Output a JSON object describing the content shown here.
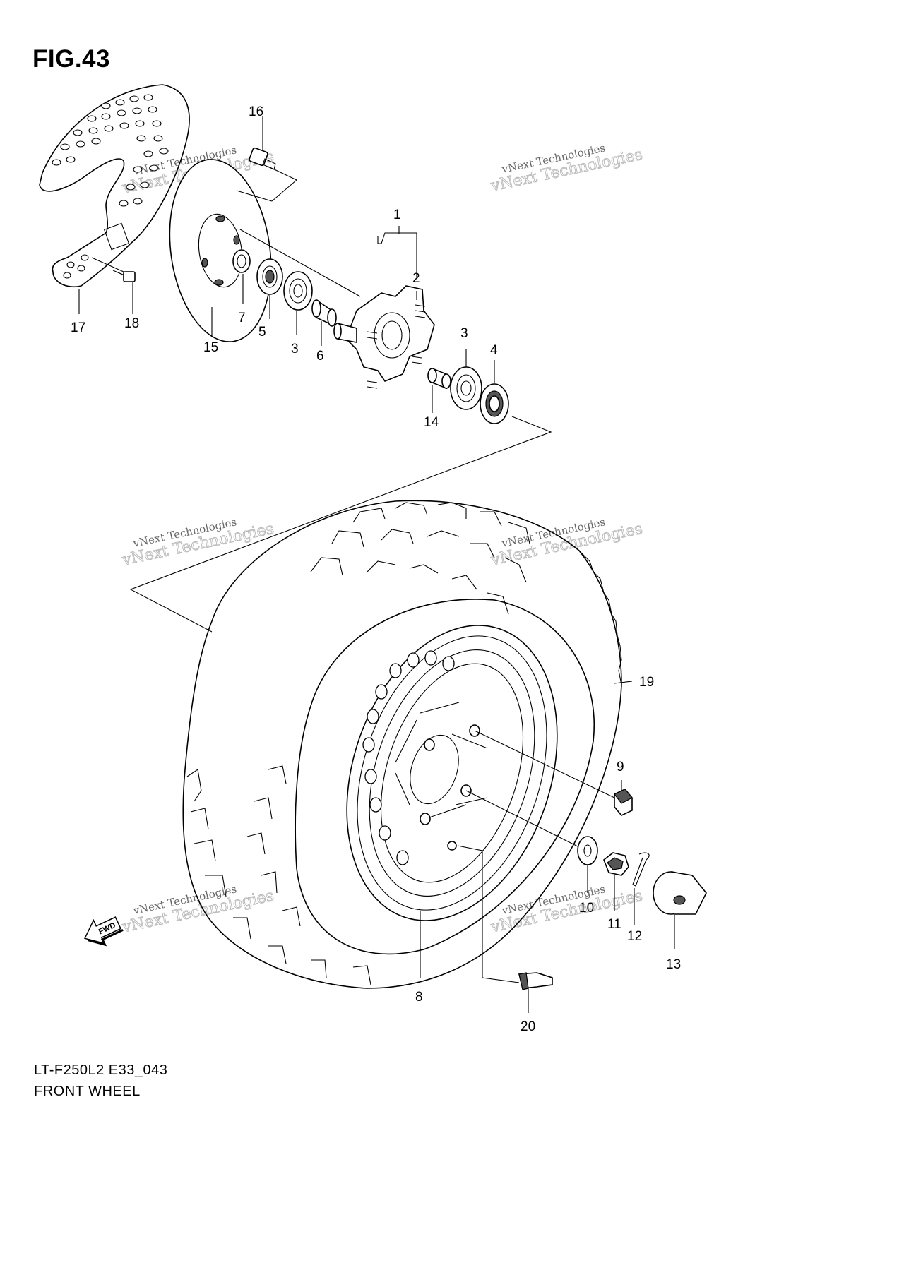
{
  "figure": {
    "title": "FIG.43",
    "model_code": "LT-F250L2 E33_043",
    "section_name": "FRONT WHEEL"
  },
  "fwd_arrow": {
    "label": "FWD"
  },
  "watermark": {
    "line1": "vNext Technologies",
    "line2": "vNext Technologies"
  },
  "callouts": [
    {
      "id": "c1",
      "number": "1"
    },
    {
      "id": "c2",
      "number": "2"
    },
    {
      "id": "c3a",
      "number": "3"
    },
    {
      "id": "c3b",
      "number": "3"
    },
    {
      "id": "c4",
      "number": "4"
    },
    {
      "id": "c5",
      "number": "5"
    },
    {
      "id": "c6",
      "number": "6"
    },
    {
      "id": "c7",
      "number": "7"
    },
    {
      "id": "c8",
      "number": "8"
    },
    {
      "id": "c9",
      "number": "9"
    },
    {
      "id": "c10",
      "number": "10"
    },
    {
      "id": "c11",
      "number": "11"
    },
    {
      "id": "c12",
      "number": "12"
    },
    {
      "id": "c13",
      "number": "13"
    },
    {
      "id": "c14",
      "number": "14"
    },
    {
      "id": "c15",
      "number": "15"
    },
    {
      "id": "c16",
      "number": "16"
    },
    {
      "id": "c17",
      "number": "17"
    },
    {
      "id": "c18",
      "number": "18"
    },
    {
      "id": "c19",
      "number": "19"
    },
    {
      "id": "c20",
      "number": "20"
    }
  ]
}
